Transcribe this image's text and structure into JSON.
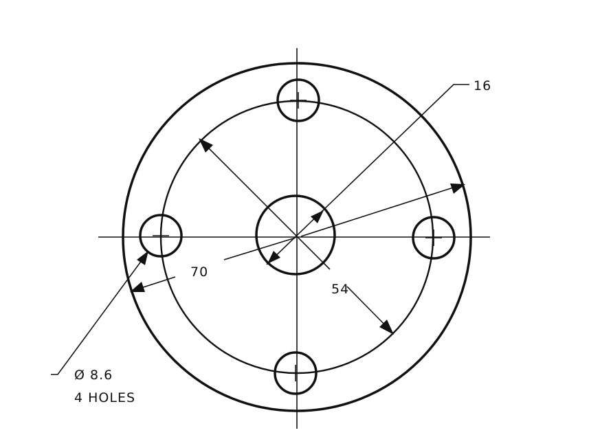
{
  "drawing": {
    "type": "flange-plate-detail",
    "line_color": "#111111",
    "background_color": "#ffffff"
  },
  "dimensions": {
    "outer_diameter": "70",
    "bolt_circle_diameter": "54",
    "center_hole_diameter": "16",
    "bolt_hole_diameter": "Ø 8.6",
    "bolt_hole_count": "4 HOLES"
  }
}
